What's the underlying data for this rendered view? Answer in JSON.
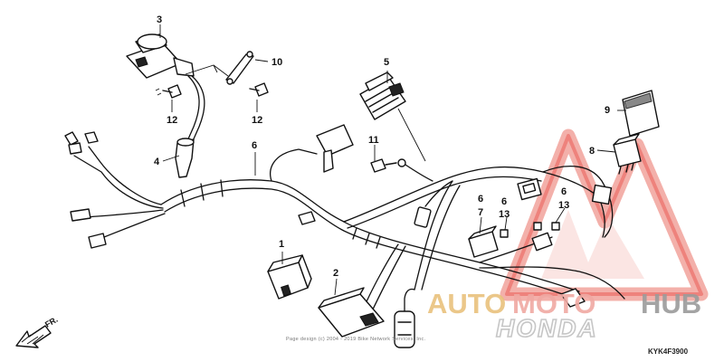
{
  "callouts": {
    "c1": "1",
    "c2": "2",
    "c3": "3",
    "c4": "4",
    "c5": "5",
    "c6a": "6",
    "c6b": "6",
    "c6c": "6",
    "c6d": "6",
    "c7": "7",
    "c8": "8",
    "c9": "9",
    "c10": "10",
    "c11": "11",
    "c12a": "12",
    "c12b": "12",
    "c13a": "13",
    "c13b": "13"
  },
  "direction_label": "FR.",
  "diagram_code": "KYK4F3900",
  "copyright": "Page design (c) 2004 - 2019 Bike Network Services, Inc.",
  "watermark": {
    "part1": "AUTO",
    "part2": "MOTO",
    "part3": "HUB",
    "brand": "HONDA",
    "colors": {
      "red": "#e8413a",
      "gold": "#e8c07a",
      "gray": "#b8b8b8"
    }
  }
}
